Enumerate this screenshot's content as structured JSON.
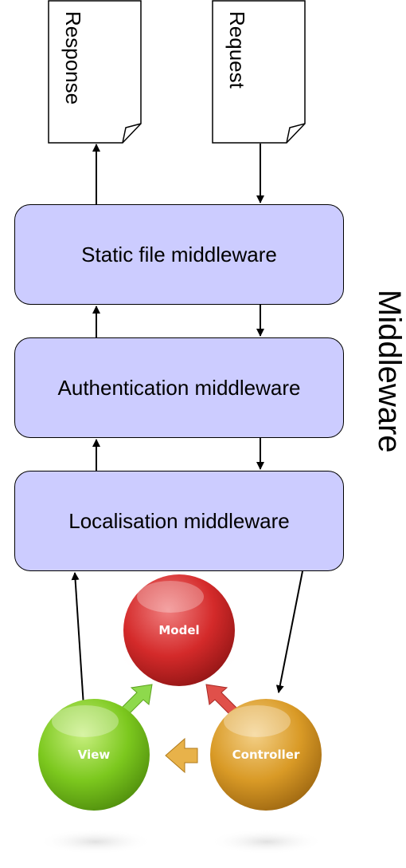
{
  "documents": {
    "response": "Response",
    "request": "Request"
  },
  "middleware": {
    "side_label": "Middleware",
    "layers": [
      {
        "label": "Static file middleware"
      },
      {
        "label": "Authentication middleware"
      },
      {
        "label": "Localisation middleware"
      }
    ]
  },
  "mvc": {
    "model": "Model",
    "view": "View",
    "controller": "Controller",
    "colors": {
      "model": "#d42a2a",
      "view": "#7cc81e",
      "controller": "#d99a26"
    }
  },
  "colors": {
    "box_fill": "#ccccff",
    "stroke": "#000000"
  }
}
